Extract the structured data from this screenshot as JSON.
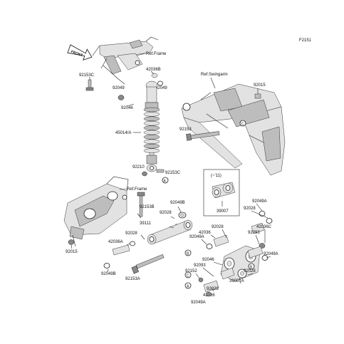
{
  "diagram_code": "F2151",
  "front_label": "FRONT",
  "refs": {
    "frame_top": "Ref.Frame",
    "swingarm": "Ref.Swingarm",
    "frame_low": "Ref.Frame"
  },
  "inset_label": "(~'11)",
  "callouts": {
    "c1": "A",
    "c2": "B",
    "c3": "C",
    "c4": "A",
    "c5": "B",
    "c6": "C"
  },
  "parts": {
    "p92153C_top": "92153C",
    "p42036B": "42036B",
    "p92049_l": "92049",
    "p92049_r": "92049",
    "p92046_top": "92046",
    "p45014A": "45014/A",
    "p92015_tr": "92015",
    "p92153": "92153",
    "p92210": "92210",
    "p92153C_mid": "92153C",
    "p92153B": "92153B",
    "p92049B_top": "92049B",
    "p92028_a": "92028",
    "p39111": "39111",
    "p92015_mid": "92015",
    "p92028_b": "92028",
    "p42036A": "42036A",
    "p92015_l": "92015",
    "p92049B_bot": "92049B",
    "p92153A": "92153A",
    "p39007_inset": "39007",
    "p92049A_tr": "92049A",
    "p92028_r": "92028",
    "p42036C": "42036C",
    "p92093_r": "92093",
    "p92049A_l": "92049A",
    "p42036_top": "42036",
    "p92028_c": "92028",
    "p92046_mid": "92046",
    "p92093_mid": "92093",
    "p92152": "92152",
    "p39007A": "39007A",
    "p92028_d": "92028",
    "p92049A_r2": "92049A",
    "p42036_bot": "42036",
    "p92028_e": "92028",
    "p92049A_bot": "92049A"
  }
}
